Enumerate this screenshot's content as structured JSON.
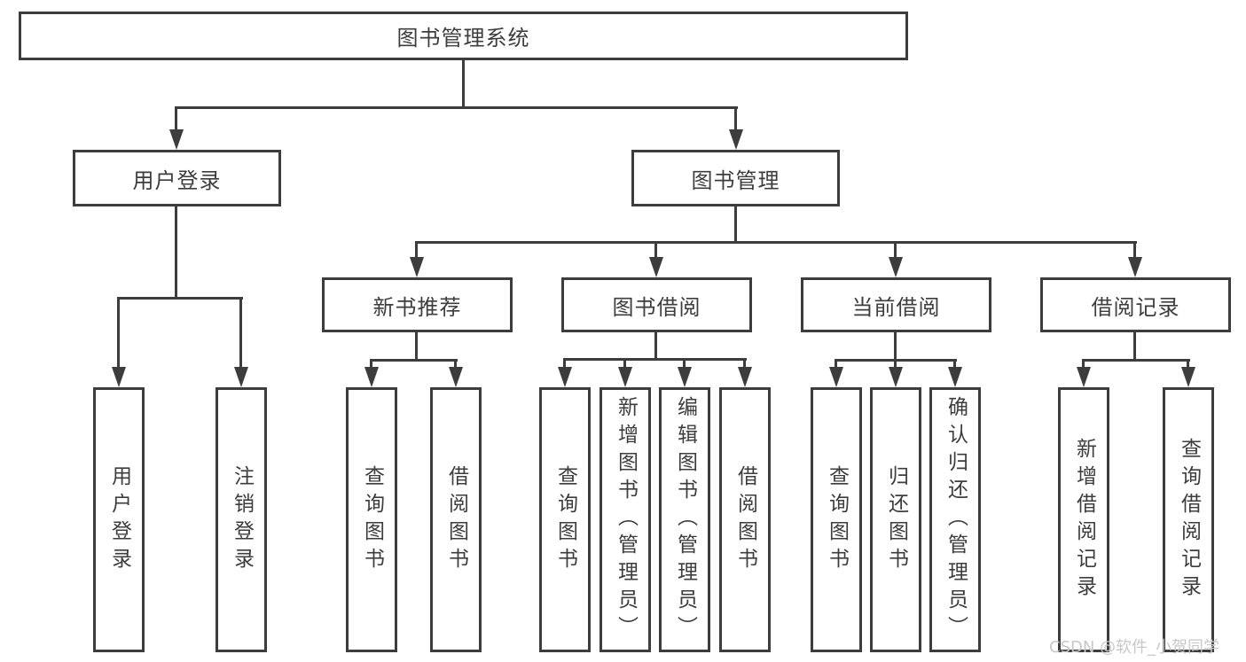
{
  "diagram": {
    "type": "tree",
    "root": {
      "label": "图书管理系统"
    },
    "level2": [
      {
        "label": "用户登录",
        "parent": "图书管理系统"
      },
      {
        "label": "图书管理",
        "parent": "图书管理系统"
      }
    ],
    "level3": [
      {
        "label": "新书推荐",
        "parent": "图书管理"
      },
      {
        "label": "图书借阅",
        "parent": "图书管理"
      },
      {
        "label": "当前借阅",
        "parent": "图书管理"
      },
      {
        "label": "借阅记录",
        "parent": "图书管理"
      }
    ],
    "leaves": [
      {
        "label": "用户登录",
        "parent": "用户登录"
      },
      {
        "label": "注销登录",
        "parent": "用户登录"
      },
      {
        "label": "查询图书",
        "parent": "新书推荐"
      },
      {
        "label": "借阅图书",
        "parent": "新书推荐"
      },
      {
        "label": "查询图书",
        "parent": "图书借阅"
      },
      {
        "label": "新增图书（管理员）",
        "parent": "图书借阅"
      },
      {
        "label": "编辑图书（管理员）",
        "parent": "图书借阅"
      },
      {
        "label": "借阅图书",
        "parent": "图书借阅"
      },
      {
        "label": "查询图书",
        "parent": "当前借阅"
      },
      {
        "label": "归还图书",
        "parent": "当前借阅"
      },
      {
        "label": "确认归还（管理员）",
        "parent": "当前借阅"
      },
      {
        "label": "新增借阅记录",
        "parent": "借阅记录"
      },
      {
        "label": "查询借阅记录",
        "parent": "借阅记录"
      }
    ]
  },
  "watermark": {
    "text": "CSDN @软件_小贺同学"
  },
  "colors": {
    "line": "#3d3d3d",
    "text": "#3d3d3d",
    "watermark": "#c8c8c8",
    "background": "#ffffff"
  }
}
